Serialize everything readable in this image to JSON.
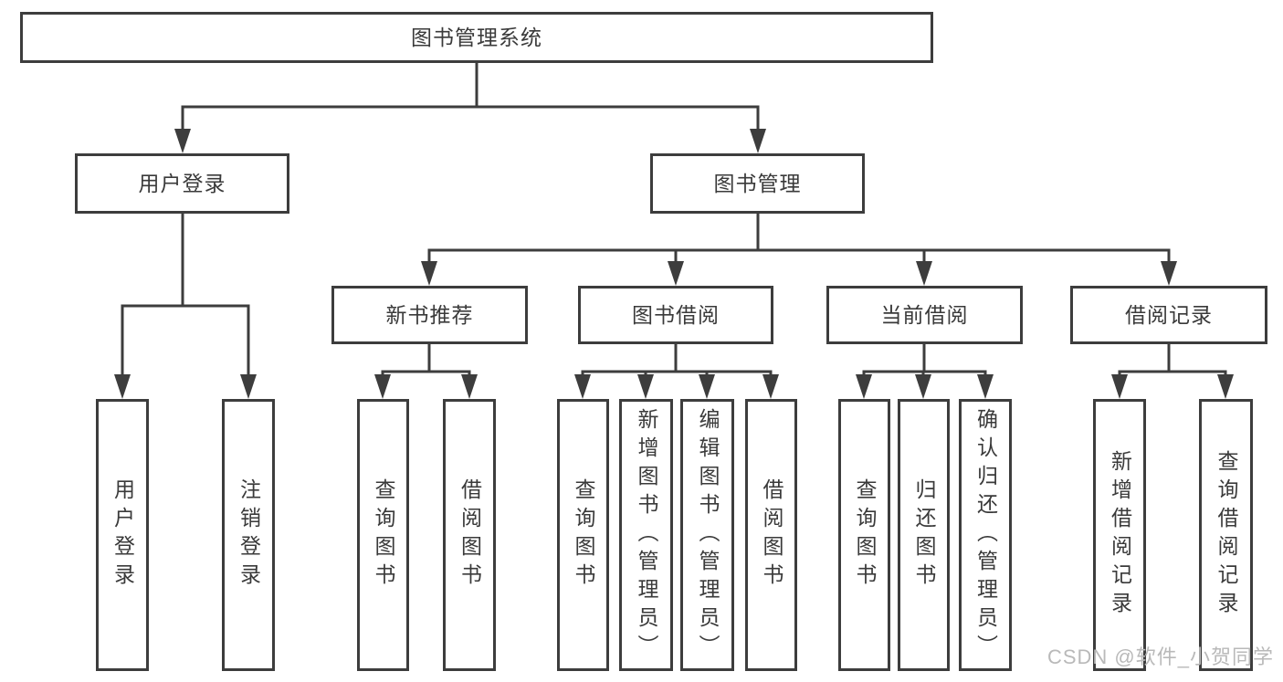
{
  "colors": {
    "line": "#3d3d3d",
    "box_border": "#3d3d3d",
    "text": "#3a3a3a",
    "background": "#ffffff",
    "watermark_text": "#b9b9b9"
  },
  "watermark": "CSDN @软件_小贺同学",
  "tree": {
    "root": {
      "label": "图书管理系统"
    },
    "branches": [
      {
        "label": "用户登录",
        "children": [
          {
            "label": "用户登录"
          },
          {
            "label": "注销登录"
          }
        ]
      },
      {
        "label": "图书管理",
        "children": [
          {
            "label": "新书推荐",
            "children": [
              {
                "label": "查询图书"
              },
              {
                "label": "借阅图书"
              }
            ]
          },
          {
            "label": "图书借阅",
            "children": [
              {
                "label": "查询图书"
              },
              {
                "label": "新增图书（管理员）"
              },
              {
                "label": "编辑图书（管理员）"
              },
              {
                "label": "借阅图书"
              }
            ]
          },
          {
            "label": "当前借阅",
            "children": [
              {
                "label": "查询图书"
              },
              {
                "label": "归还图书"
              },
              {
                "label": "确认归还（管理员）"
              }
            ]
          },
          {
            "label": "借阅记录",
            "children": [
              {
                "label": "新增借阅记录"
              },
              {
                "label": "查询借阅记录"
              }
            ]
          }
        ]
      }
    ]
  }
}
